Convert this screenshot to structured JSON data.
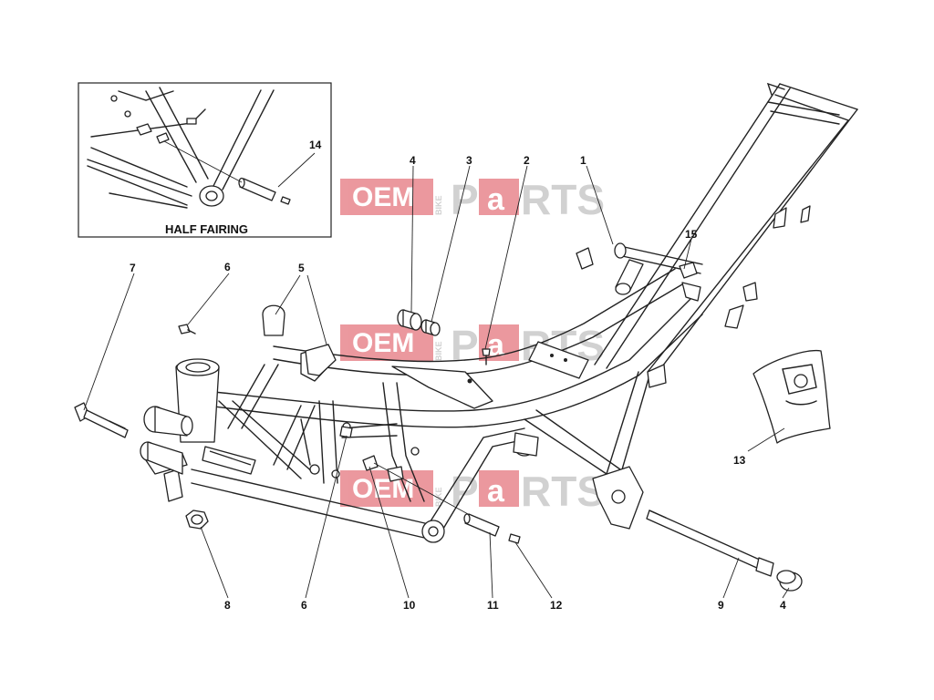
{
  "inset": {
    "title": "HALF FAIRING"
  },
  "callouts": {
    "c1": "1",
    "c2": "2",
    "c3": "3",
    "c4a": "4",
    "c4b": "4",
    "c5": "5",
    "c6a": "6",
    "c6b": "6",
    "c7": "7",
    "c8": "8",
    "c9": "9",
    "c10": "10",
    "c11": "11",
    "c12": "12",
    "c13": "13",
    "c14": "14",
    "c15": "15"
  },
  "watermark": {
    "oem": "OEM",
    "bike": "BIKE",
    "p": "P",
    "a": "a",
    "rts": "RTS"
  },
  "colors": {
    "watermark_red": "#e8878e",
    "watermark_grey": "#c9c9c9",
    "line": "#222222"
  }
}
